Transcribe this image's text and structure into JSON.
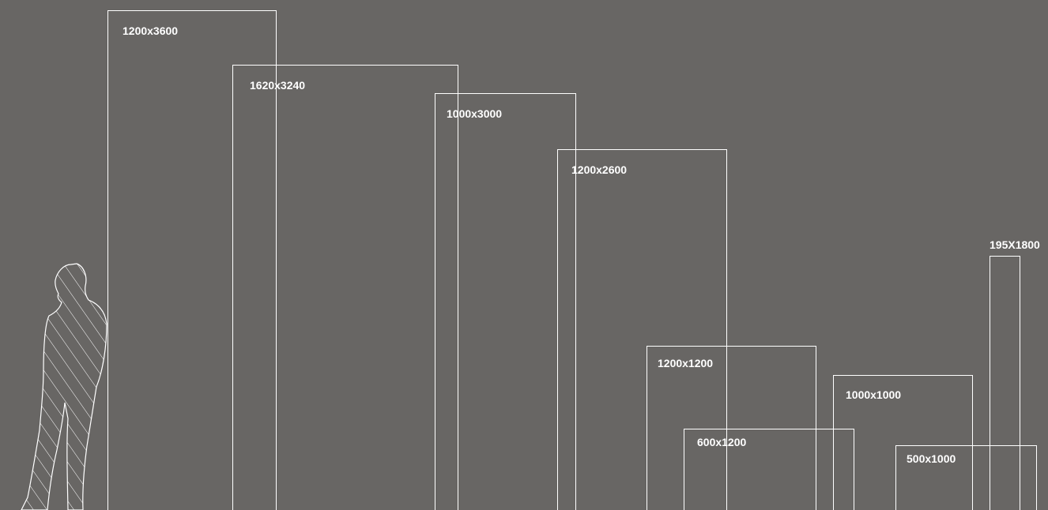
{
  "colors": {
    "background": "#686664",
    "line": "#ffffff",
    "text": "#ffffff"
  },
  "icons": {
    "human": "person-silhouette-icon"
  },
  "panels": [
    {
      "id": "1200x3600",
      "label": "1200x3600"
    },
    {
      "id": "1620x3240",
      "label": "1620x3240"
    },
    {
      "id": "1000x3000",
      "label": "1000x3000"
    },
    {
      "id": "1200x2600",
      "label": "1200x2600"
    },
    {
      "id": "195x1800",
      "label": "195X1800"
    },
    {
      "id": "1200x1200",
      "label": "1200x1200"
    },
    {
      "id": "1000x1000",
      "label": "1000x1000"
    },
    {
      "id": "600x1200",
      "label": "600x1200"
    },
    {
      "id": "500x1000",
      "label": "500x1000"
    }
  ]
}
